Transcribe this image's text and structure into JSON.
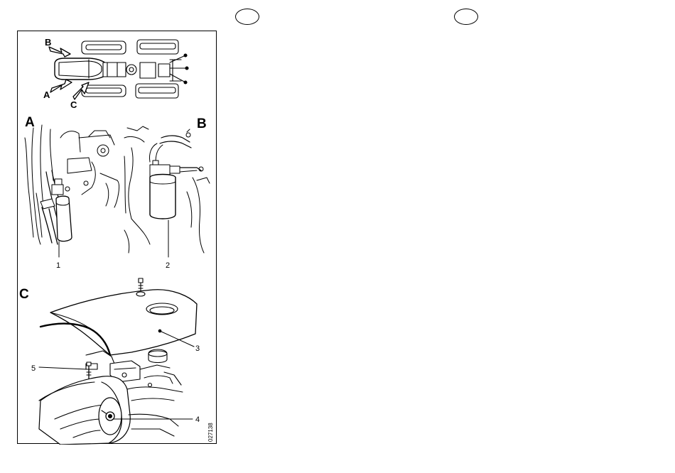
{
  "figure": {
    "top_view": {
      "arrow_labels": [
        "A",
        "B",
        "C"
      ]
    },
    "panel_a": {
      "label": "A",
      "callout": "1"
    },
    "panel_b": {
      "label": "B",
      "callout": "2"
    },
    "panel_c": {
      "label": "C",
      "callouts": [
        "3",
        "4",
        "5"
      ]
    },
    "reference_code": "027138"
  },
  "language_markers": [
    {
      "id": "left",
      "text": ""
    },
    {
      "id": "right",
      "text": ""
    }
  ]
}
